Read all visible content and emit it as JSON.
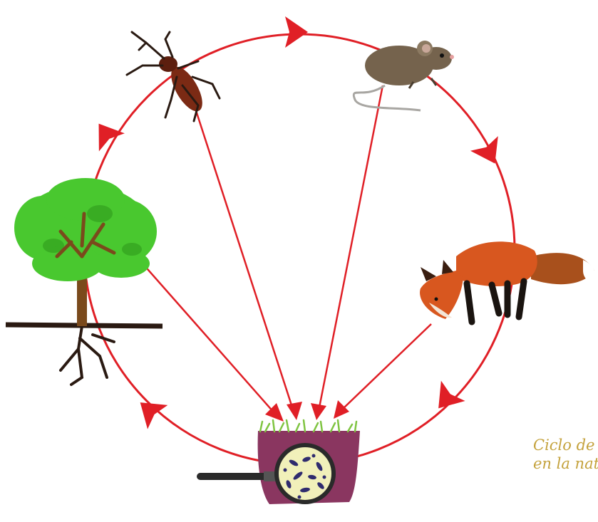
{
  "colors": {
    "cycle_line": "#e01f26",
    "arrow": "#e01f26",
    "tree_foliage": "#49c82f",
    "tree_foliage_dark": "#2f9a1c",
    "trunk": "#7a4a1c",
    "ground_line": "#2a1a12",
    "beetle": "#7b2a14",
    "mouse": "#75634d",
    "fox": "#d8571f",
    "soil": "#8a3660",
    "grass": "#7fc441",
    "magnifier_lens": "#f1f0ba",
    "microbes": "#2f2b6e",
    "caption": "#c4a23c"
  },
  "diagram": {
    "nodes": [
      {
        "id": "tree",
        "icon": "tree-icon"
      },
      {
        "id": "beetle",
        "icon": "stag-beetle-icon"
      },
      {
        "id": "mouse",
        "icon": "mouse-icon"
      },
      {
        "id": "fox",
        "icon": "fox-icon"
      },
      {
        "id": "soil",
        "icon": "soil-with-magnifier-icon"
      }
    ],
    "cycle_order": [
      "tree",
      "beetle",
      "mouse",
      "fox",
      "soil",
      "tree"
    ],
    "decomposition_flows": [
      "tree",
      "beetle",
      "mouse",
      "fox"
    ]
  },
  "caption": {
    "line1": "Ciclo de la",
    "line2": "en la natu"
  }
}
